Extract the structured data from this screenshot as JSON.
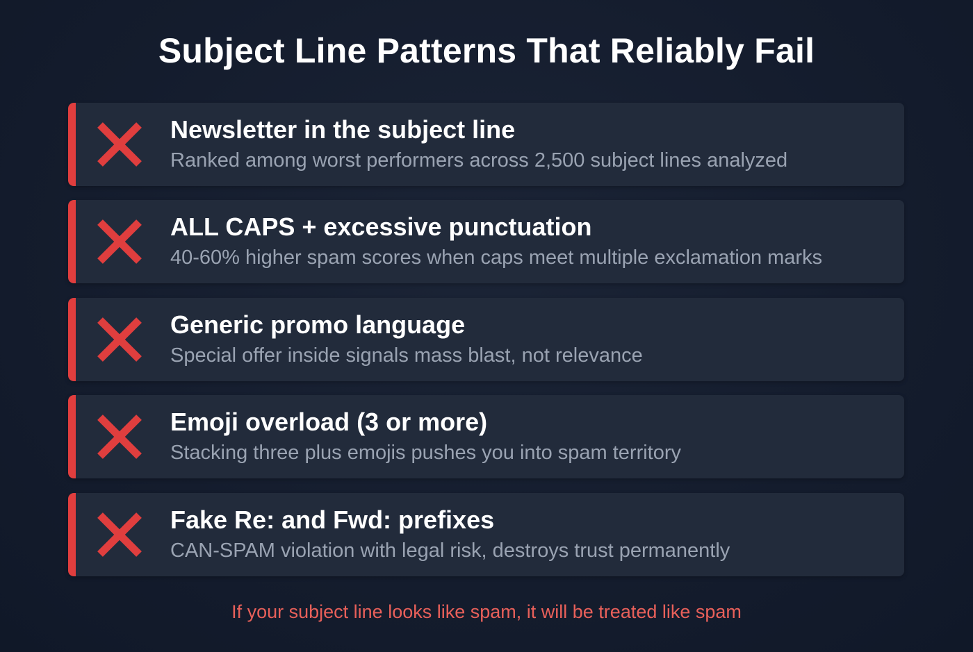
{
  "title": "Subject Line Patterns That Reliably Fail",
  "colors": {
    "accent": "#e03e3e",
    "card": "#222b3b",
    "background": "#141c2d",
    "footer": "#e8605a"
  },
  "items": [
    {
      "icon": "x-icon",
      "heading": "Newsletter in the subject line",
      "description": "Ranked among worst performers across 2,500 subject lines analyzed"
    },
    {
      "icon": "x-icon",
      "heading": "ALL CAPS + excessive punctuation",
      "description": "40-60% higher spam scores when caps meet multiple exclamation marks"
    },
    {
      "icon": "x-icon",
      "heading": "Generic promo language",
      "description": "Special offer inside signals mass blast, not relevance"
    },
    {
      "icon": "x-icon",
      "heading": "Emoji overload (3 or more)",
      "description": "Stacking three plus emojis pushes you into spam territory"
    },
    {
      "icon": "x-icon",
      "heading": "Fake Re: and Fwd: prefixes",
      "description": "CAN-SPAM violation with legal risk, destroys trust permanently"
    }
  ],
  "footer": "If your subject line looks like spam, it will be treated like spam"
}
